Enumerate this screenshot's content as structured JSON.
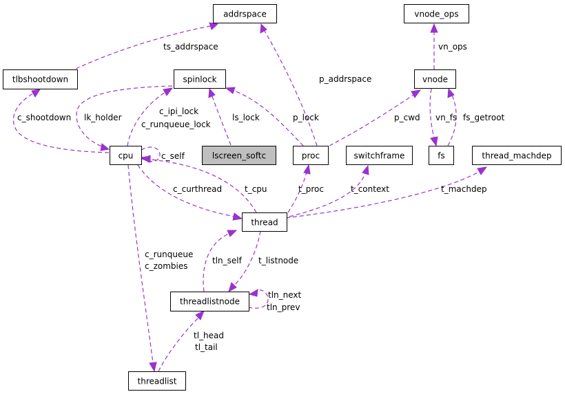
{
  "diagram": {
    "nodes": {
      "addrspace": "addrspace",
      "vnode_ops": "vnode_ops",
      "tlbshootdown": "tlbshootdown",
      "spinlock": "spinlock",
      "vnode": "vnode",
      "cpu": "cpu",
      "lscreen_softc": "lscreen_softc",
      "proc": "proc",
      "switchframe": "switchframe",
      "fs": "fs",
      "thread_machdep": "thread_machdep",
      "thread": "thread",
      "threadlistnode": "threadlistnode",
      "threadlist": "threadlist"
    },
    "edge_labels": {
      "ts_addrspace": "ts_addrspace",
      "vn_ops": "vn_ops",
      "p_addrspace": "p_addrspace",
      "c_shootdown": "c_shootdown",
      "lk_holder": "lk_holder",
      "c_ipi_lock": "c_ipi_lock",
      "c_runqueue_lock": "c_runqueue_lock",
      "ls_lock": "ls_lock",
      "p_lock": "p_lock",
      "p_cwd": "p_cwd",
      "vn_fs": "vn_fs",
      "fs_getroot": "fs_getroot",
      "c_self": "c_self",
      "c_curthread": "c_curthread",
      "t_cpu": "t_cpu",
      "t_proc": "t_proc",
      "t_context": "t_context",
      "t_machdep": "t_machdep",
      "c_runqueue": "c_runqueue",
      "c_zombies": "c_zombies",
      "tln_self": "tln_self",
      "t_listnode": "t_listnode",
      "tln_next": "tln_next",
      "tln_prev": "tln_prev",
      "tl_head": "tl_head",
      "tl_tail": "tl_tail"
    },
    "colors": {
      "edge": "#9a32cd",
      "node_border": "#000000",
      "node_fill": "#ffffff",
      "highlight_fill": "#bfbfbf"
    }
  }
}
